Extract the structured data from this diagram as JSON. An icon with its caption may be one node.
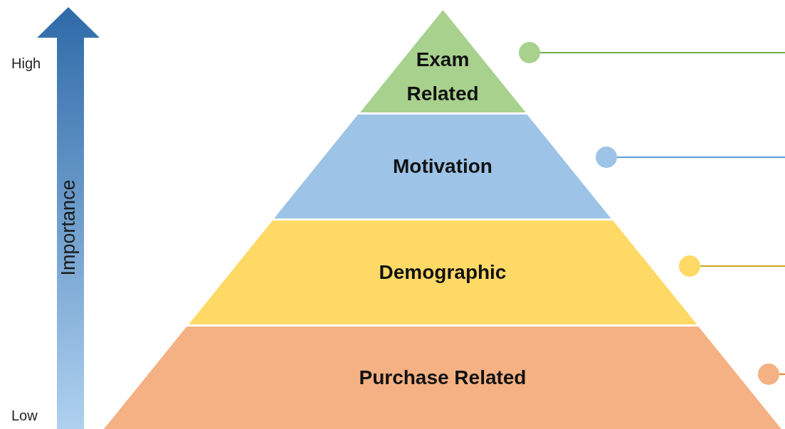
{
  "diagram": {
    "nodes": [
      {
        "text": [
          "Exam Related"
        ]
      },
      {
        "text": [
          "Motivation"
        ]
      },
      {
        "text": [
          "Demographic"
        ]
      },
      {
        "text": [
          "Purchase Related"
        ]
      },
      {
        "text": [
          "Importance"
        ]
      },
      {
        "text": [],
        "shape": "circle"
      },
      {
        "text": [],
        "shape": "circle"
      },
      {
        "text": [],
        "shape": "circle"
      },
      {
        "text": [],
        "shape": "circle"
      }
    ],
    "edges": [
      {
        "from": 5,
        "to": null,
        "arrow": "none",
        "color": "#70ad47"
      },
      {
        "from": 6,
        "to": null,
        "arrow": "none",
        "color": "#5b9bd5"
      },
      {
        "from": 7,
        "to": null,
        "arrow": "none",
        "color": "#c9a227"
      },
      {
        "from": 8,
        "to": null,
        "arrow": "none",
        "color": "#ed7d31"
      }
    ],
    "labels": [
      "High",
      "Low"
    ]
  }
}
